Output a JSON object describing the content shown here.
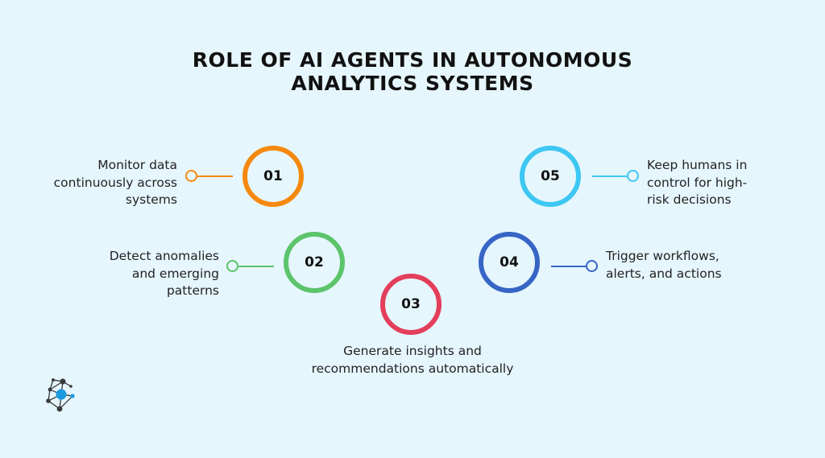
{
  "title": {
    "line1": "ROLE OF AI AGENTS IN AUTONOMOUS",
    "line2": "ANALYTICS SYSTEMS"
  },
  "colors": {
    "background": "#e6f6fd",
    "step1": "#f5890f",
    "step2": "#5cc46a",
    "step3": "#e33e5a",
    "step4": "#3765c5",
    "step5": "#3ec7f2"
  },
  "steps": [
    {
      "number": "01",
      "text": "Monitor data continuously across systems"
    },
    {
      "number": "02",
      "text": "Detect anomalies and emerging patterns"
    },
    {
      "number": "03",
      "text": "Generate insights and recommendations automatically"
    },
    {
      "number": "04",
      "text": "Trigger workflows, alerts, and actions"
    },
    {
      "number": "05",
      "text": "Keep humans in control for high-risk decisions"
    }
  ],
  "labels": {
    "step1": [
      "Monitor data",
      "continuously across",
      "systems"
    ],
    "step2": [
      "Detect anomalies",
      "and emerging",
      "patterns"
    ],
    "step3": [
      "Generate insights and",
      "recommendations automatically"
    ],
    "step4": [
      "Trigger workflows,",
      "alerts, and actions"
    ],
    "step5": [
      "Keep humans in",
      "control for high-",
      "risk decisions"
    ]
  },
  "logo": {
    "icon": "network-logo-icon"
  }
}
